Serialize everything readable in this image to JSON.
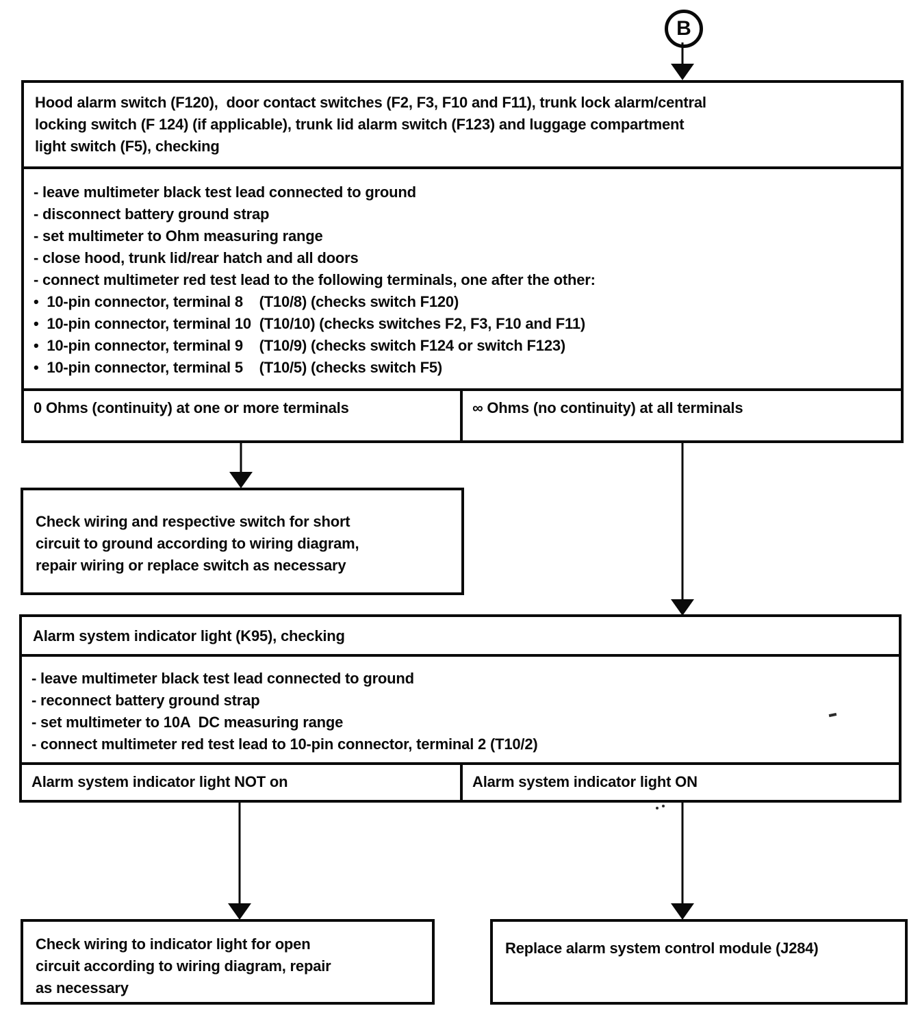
{
  "colors": {
    "ink": "#0a0a0a",
    "paper": "#ffffff"
  },
  "connector": {
    "label": "B"
  },
  "step1": {
    "title_lines": [
      "Hood alarm switch (F120),  door contact switches (F2, F3, F10 and F11), trunk lock alarm/central",
      "locking switch (F 124) (if applicable), trunk lid alarm switch (F123) and luggage compartment",
      "light switch (F5), checking"
    ],
    "steps": [
      "- leave multimeter black test lead connected to ground",
      "- disconnect battery ground strap",
      "- set multimeter to Ohm measuring range",
      "- close hood, trunk lid/rear hatch and all doors",
      "- connect multimeter red test lead to the following terminals, one after the other:"
    ],
    "bullets": [
      "•  10-pin connector, terminal 8    (T10/8) (checks switch F120)",
      "•  10-pin connector, terminal 10  (T10/10) (checks switches F2, F3, F10 and F11)",
      "•  10-pin connector, terminal 9    (T10/9) (checks switch F124 or switch F123)",
      "•  10-pin connector, terminal 5    (T10/5) (checks switch F5)"
    ],
    "outcome_left": "0 Ohms (continuity) at one or more terminals",
    "outcome_right": "∞ Ohms (no continuity) at all terminals"
  },
  "action_short_circuit": {
    "lines": [
      "Check wiring and respective switch for short",
      "circuit to ground according to wiring diagram,",
      "repair wiring or replace switch as necessary"
    ]
  },
  "step2": {
    "title": "Alarm system indicator light (K95), checking",
    "steps": [
      "- leave multimeter black test lead connected to ground",
      "- reconnect battery ground strap",
      "- set multimeter to 10A  DC measuring range",
      "- connect multimeter red test lead to 10-pin connector, terminal 2 (T10/2)"
    ],
    "outcome_left": "Alarm system indicator light NOT on",
    "outcome_right": "Alarm system indicator light ON"
  },
  "action_open_circuit": {
    "lines": [
      "Check wiring to indicator light for open",
      "circuit according to wiring diagram, repair",
      "as necessary"
    ]
  },
  "action_replace_module": {
    "text": "Replace alarm system control module (J284)"
  }
}
